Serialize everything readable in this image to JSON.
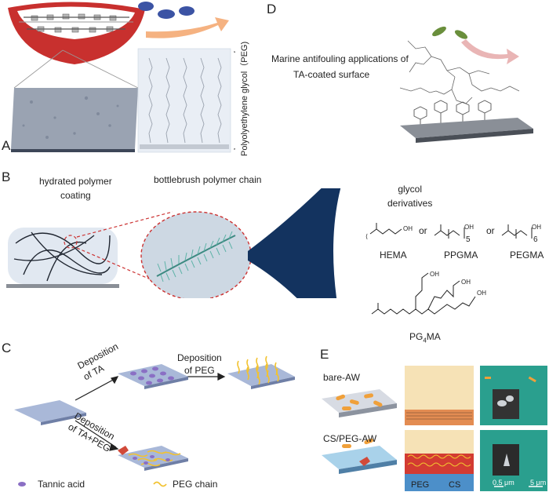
{
  "panels": {
    "A": {
      "label": "A",
      "peg_label": "Polyolyethylene glycol（PEG)"
    },
    "B": {
      "label": "B",
      "hydrated_coating": "hydrated polymer\ncoating",
      "bottlebrush": "bottlebrush polymer chain",
      "glycol_derivatives": "glycol\nderivatives",
      "or": "or",
      "hema": "HEMA",
      "ppgma": "PPGMA",
      "pegma": "PEGMA",
      "pg4ma_base": "PG",
      "pg4ma_sub": "4",
      "pg4ma_end": "MA",
      "oh": "OH",
      "sub5": "5",
      "sub6": "6"
    },
    "C": {
      "label": "C",
      "dep_ta": "Deposition\nof TA",
      "dep_peg": "Deposition\nof PEG",
      "dep_ta_peg": "Deposition\nof TA+PEG",
      "legend_ta": "Tannic acid",
      "legend_peg": "PEG chain"
    },
    "D": {
      "label": "D",
      "caption_line1": "Marine antifouling applications of",
      "caption_line2": "TA-coated surface"
    },
    "E": {
      "label": "E",
      "bare": "bare-AW",
      "cspeg": "CS/PEG-AW",
      "peg": "PEG",
      "cs": "CS",
      "scale1": "0.5 μm",
      "scale2": "5 μm"
    }
  },
  "colors": {
    "lip_red": "#c8302e",
    "peg_arrow": "#f3a56b",
    "ecoli_blue": "#3b53a4",
    "navy_cone": "#13335f",
    "ta_purple": "#8a6fc4",
    "peg_yellow": "#f2c230",
    "microscopy_teal": "#2a9f8e"
  }
}
